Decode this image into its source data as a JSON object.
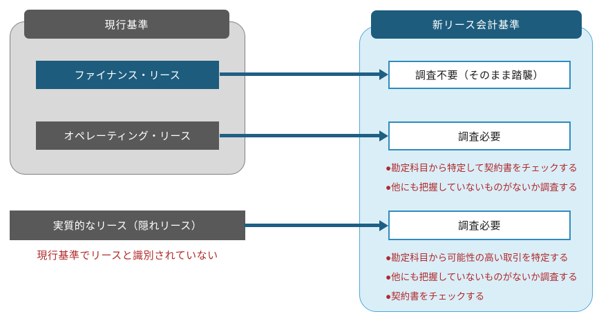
{
  "colors": {
    "teal": "#1d5c7d",
    "dark_gray": "#595959",
    "gray_panel_fill": "#d9d9d9",
    "gray_panel_border": "#7f7f7f",
    "blue_panel_fill": "#daeef8",
    "blue_panel_border": "#4fa8d2",
    "result_box_border": "#2e8bbd",
    "arrow": "#1e5f85",
    "red_text": "#b02a2a"
  },
  "left_panel": {
    "header": "現行基準",
    "items": [
      {
        "label": "ファイナンス・リース"
      },
      {
        "label": "オペレーティング・リース"
      }
    ]
  },
  "hidden_lease": {
    "label": "実質的なリース（隠れリース）",
    "note": "現行基準でリースと識別されていない"
  },
  "right_panel": {
    "header": "新リース会計基準",
    "results": [
      {
        "label": "調査不要（そのまま踏襲）",
        "bullets": []
      },
      {
        "label": "調査必要",
        "bullets": [
          "●勘定科目から特定して契約書をチェックする",
          "●他にも把握していないものがないか調査する"
        ]
      },
      {
        "label": "調査必要",
        "bullets": [
          "●勘定科目から可能性の高い取引を特定する",
          "●他にも把握していないものがないか調査する",
          "●契約書をチェックする"
        ]
      }
    ]
  }
}
